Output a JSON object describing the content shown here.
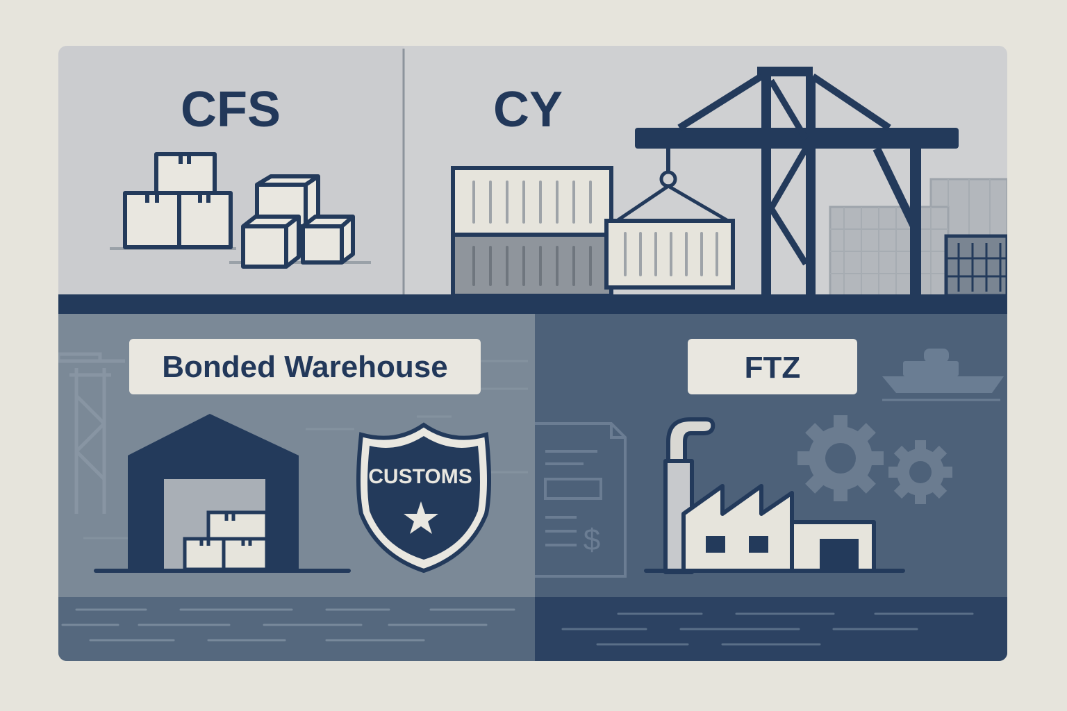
{
  "panels": {
    "cfs": {
      "title": "CFS"
    },
    "cy": {
      "title": "CY"
    },
    "bonded": {
      "title": "Bonded Warehouse",
      "badge_text": "CUSTOMS"
    },
    "ftz": {
      "title": "FTZ",
      "doc_symbol": "$"
    }
  },
  "colors": {
    "navy": "#233a5b",
    "cream": "#e9e7e0",
    "top_bg": "#cdced0",
    "bonded_bg": "#7a8896",
    "ftz_bg": "#4c6078"
  },
  "icons": [
    "boxes-icon",
    "crane-icon",
    "container-icon",
    "warehouse-icon",
    "customs-shield-icon",
    "factory-icon",
    "gear-icon",
    "ship-icon",
    "document-icon"
  ]
}
